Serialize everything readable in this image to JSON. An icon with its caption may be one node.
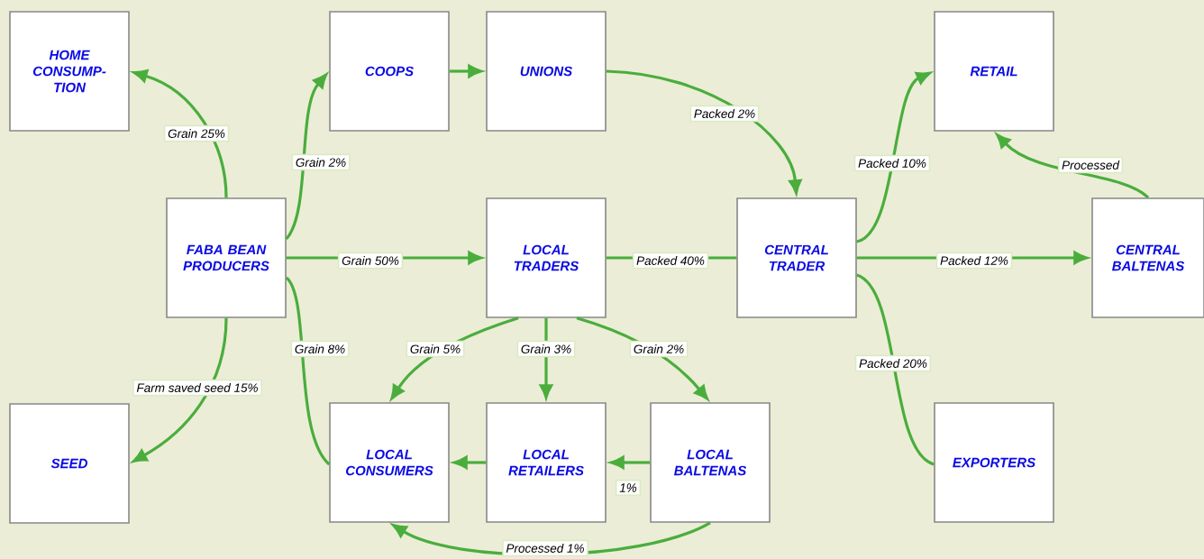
{
  "diagram": {
    "nodes": [
      {
        "text": [
          "HOME CONSUMP- TION"
        ]
      },
      {
        "text": [
          "COOPS"
        ]
      },
      {
        "text": [
          "UNIONS"
        ]
      },
      {
        "text": [
          "RETAIL"
        ]
      },
      {
        "text": [
          "FABA BEAN PRODUCERS"
        ]
      },
      {
        "text": [
          "LOCAL TRADERS"
        ]
      },
      {
        "text": [
          "CENTRAL TRADER"
        ]
      },
      {
        "text": [
          "CENTRAL BALTENAS"
        ]
      },
      {
        "text": [
          "SEED"
        ]
      },
      {
        "text": [
          "LOCAL CONSUMERS"
        ]
      },
      {
        "text": [
          "LOCAL RETAILERS"
        ]
      },
      {
        "text": [
          "LOCAL BALTENAS"
        ]
      },
      {
        "text": [
          "EXPORTERS"
        ]
      }
    ],
    "edges": [
      {
        "from": 4,
        "to": 0,
        "arrow": "to",
        "label": "Grain 25%"
      },
      {
        "from": 4,
        "to": 1,
        "arrow": "to",
        "label": "Grain 2%"
      },
      {
        "from": 1,
        "to": 2,
        "arrow": "to"
      },
      {
        "from": 2,
        "to": 6,
        "arrow": "to",
        "label": "Packed 2%"
      },
      {
        "from": 4,
        "to": 5,
        "arrow": "to",
        "label": "Grain 50%"
      },
      {
        "from": 5,
        "to": 6,
        "arrow": "none",
        "label": "Packed 40%"
      },
      {
        "from": 6,
        "to": 3,
        "arrow": "to",
        "label": "Packed 10%"
      },
      {
        "from": 6,
        "to": 7,
        "arrow": "to",
        "label": "Packed 12%"
      },
      {
        "from": 7,
        "to": 3,
        "arrow": "to",
        "label": "Processed"
      },
      {
        "from": 4,
        "to": 8,
        "arrow": "to",
        "label": "Farm saved seed 15%"
      },
      {
        "from": 4,
        "to": 9,
        "arrow": "none",
        "label": "Grain 8%"
      },
      {
        "from": 5,
        "to": 9,
        "arrow": "to",
        "label": "Grain 5%"
      },
      {
        "from": 5,
        "to": 10,
        "arrow": "to",
        "label": "Grain 3%"
      },
      {
        "from": 5,
        "to": 11,
        "arrow": "to",
        "label": "Grain 2%"
      },
      {
        "from": 11,
        "to": 10,
        "arrow": "to",
        "label": "1%"
      },
      {
        "from": 10,
        "to": 9,
        "arrow": "to"
      },
      {
        "from": 11,
        "to": 9,
        "arrow": "to",
        "label": "Processed 1%"
      },
      {
        "from": 6,
        "to": 12,
        "arrow": "none",
        "label": "Packed 20%"
      }
    ]
  }
}
